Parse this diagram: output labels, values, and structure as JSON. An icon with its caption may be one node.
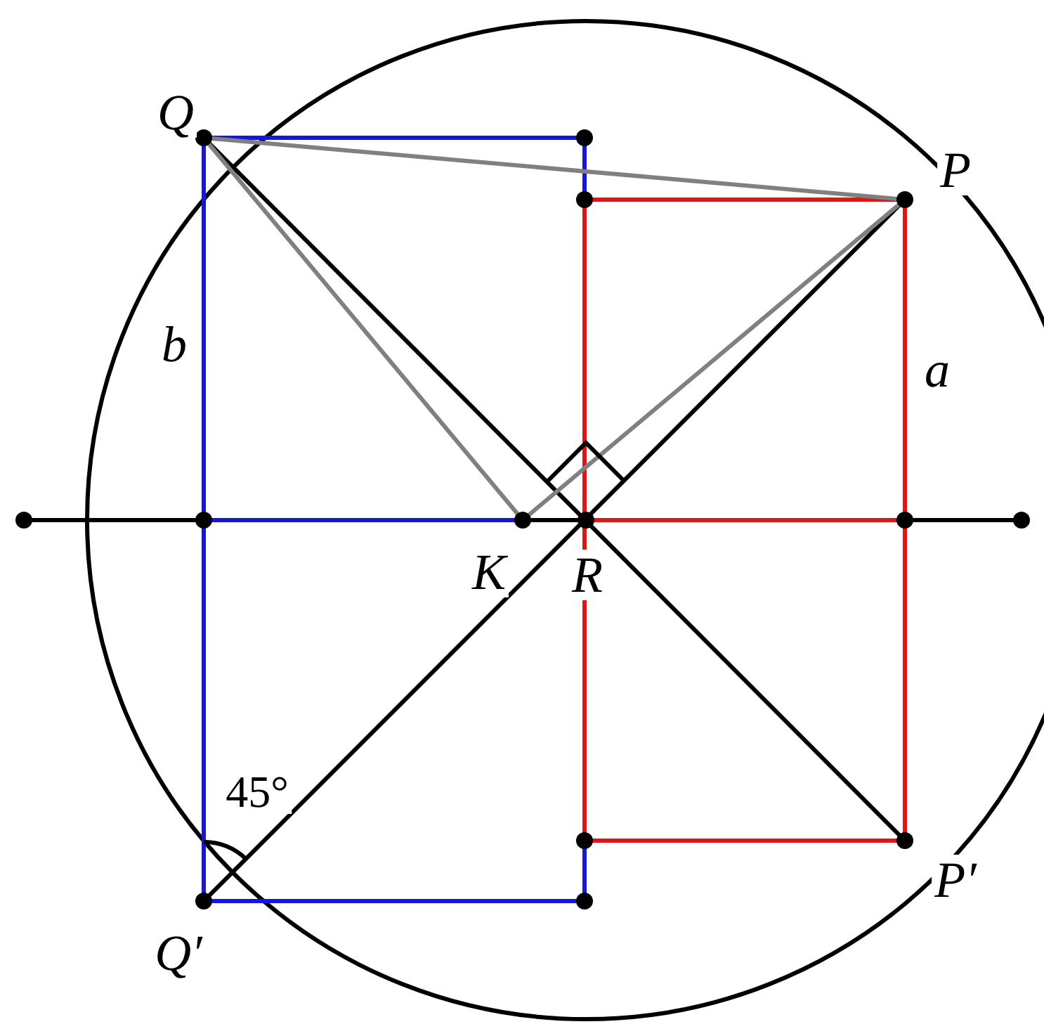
{
  "diagram": {
    "labels": [
      "Q",
      "P",
      "b",
      "a",
      "K",
      "R",
      "45°",
      "P′",
      "Q′"
    ]
  }
}
